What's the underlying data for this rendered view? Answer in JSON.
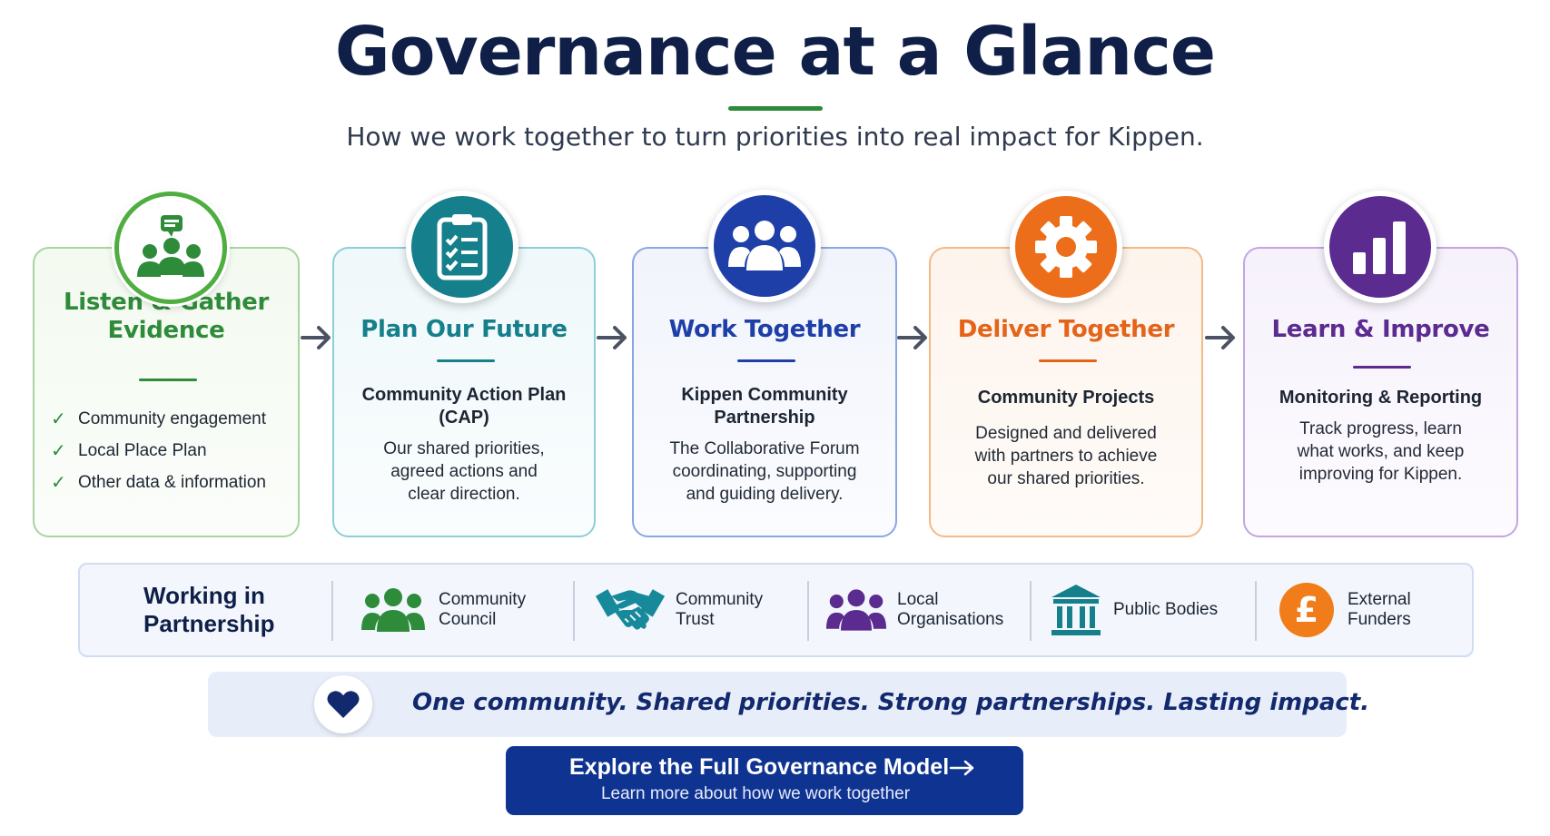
{
  "header": {
    "title": "Governance at a Glance",
    "subtitle": "How we work together to turn priorities into real impact for Kippen."
  },
  "stages": [
    {
      "title_line1": "Listen & Gather",
      "title_line2": "Evidence",
      "color": "#2e8b3a",
      "icon": "community-chat-icon",
      "items": [
        "Community engagement",
        "Local Place Plan",
        "Other data & information"
      ]
    },
    {
      "title": "Plan Our Future",
      "color": "#157f8c",
      "icon": "clipboard-checklist-icon",
      "sub_line1": "Community Action Plan",
      "sub_line2": "(CAP)",
      "desc": [
        "Our shared priorities,",
        "agreed actions and",
        "clear direction."
      ]
    },
    {
      "title": "Work Together",
      "color": "#1e3fa8",
      "icon": "group-people-icon",
      "sub_line1": "Kippen Community",
      "sub_line2": "Partnership",
      "desc": [
        "The Collaborative Forum",
        "coordinating, supporting",
        "and guiding delivery."
      ]
    },
    {
      "title": "Deliver Together",
      "color": "#e4641a",
      "icon": "gear-icon",
      "sub_line1": "Community Projects",
      "desc": [
        "Designed and delivered",
        "with partners to achieve",
        "our shared priorities."
      ]
    },
    {
      "title": "Learn & Improve",
      "color": "#5b2b8f",
      "icon": "bar-chart-icon",
      "sub_line1": "Monitoring & Reporting",
      "desc": [
        "Track progress, learn",
        "what works, and keep",
        "improving for Kippen."
      ]
    }
  ],
  "partnership": {
    "title_line1": "Working in",
    "title_line2": "Partnership",
    "partners": [
      {
        "label_line1": "Community",
        "label_line2": "Council",
        "icon": "people-group-icon",
        "color": "#2e8b3a"
      },
      {
        "label_line1": "Community",
        "label_line2": "Trust",
        "icon": "handshake-icon",
        "color": "#168a9a"
      },
      {
        "label_line1": "Local",
        "label_line2": "Organisations",
        "icon": "people-group-icon",
        "color": "#5b2b8f"
      },
      {
        "label_line1": "Public Bodies",
        "icon": "building-icon",
        "color": "#157f8c"
      },
      {
        "label_line1": "External",
        "label_line2": "Funders",
        "icon": "pound-icon",
        "color": "#f07d1a"
      }
    ]
  },
  "motto": {
    "text": "One community. Shared priorities. Strong partnerships. Lasting impact.",
    "icon": "heart-icon",
    "color": "#12296e"
  },
  "cta": {
    "label": "Explore the Full Governance Model",
    "sublabel": "Learn more about how we work together",
    "icon": "arrow-right-icon",
    "color": "#0f3391"
  }
}
